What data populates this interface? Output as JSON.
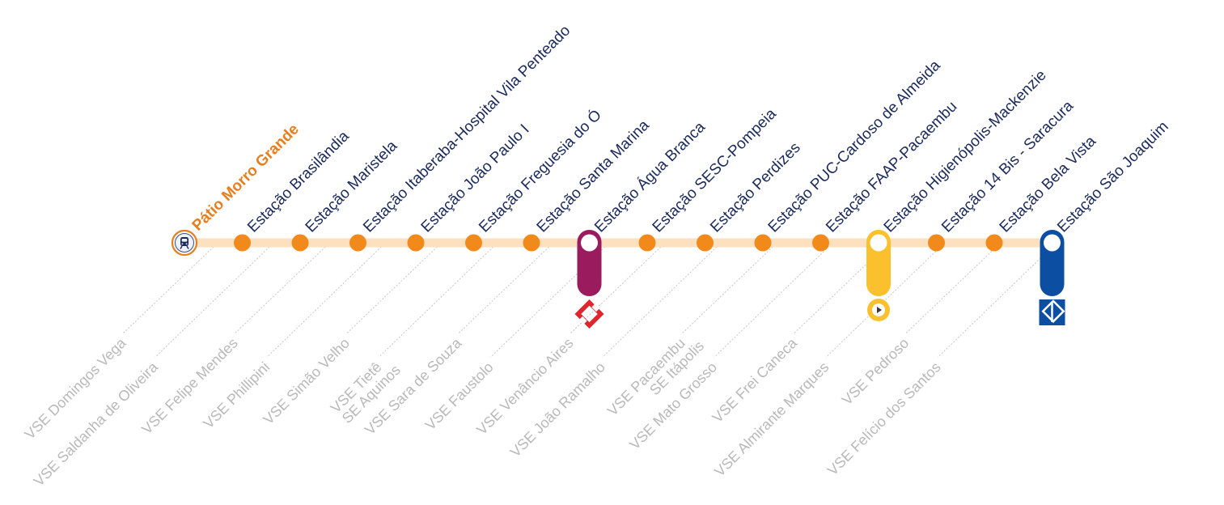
{
  "line": {
    "color": "#f28a1b",
    "track_color": "#fde0c0"
  },
  "depot": {
    "label": "Pátio Morro Grande",
    "icon": "train-depot-icon",
    "color": "#e87d1e"
  },
  "stations": [
    {
      "label": "Estação Brasilândia"
    },
    {
      "label": "Estação Maristela"
    },
    {
      "label": "Estação Itaberaba-Hospital Vila Penteado"
    },
    {
      "label": "Estação João Paulo I"
    },
    {
      "label": "Estação Freguesia do Ó"
    },
    {
      "label": "Estação Santa Marina"
    },
    {
      "label": "Estação Água Branca",
      "transfer": {
        "color": "#9b1b5f",
        "icon": "cptm-diamond-icon",
        "icon_color": "#e1252f"
      }
    },
    {
      "label": "Estação SESC-Pompeia"
    },
    {
      "label": "Estação Perdizes"
    },
    {
      "label": "Estação PUC-Cardoso de Almeida"
    },
    {
      "label": "Estação FAAP-Pacaembu"
    },
    {
      "label": "Estação Higienópolis-Mackenzie",
      "transfer": {
        "color": "#fbc02d",
        "icon": "viaquatro-line4-icon",
        "icon_color": "#fbc02d"
      }
    },
    {
      "label": "Estação 14 Bis - Saracura"
    },
    {
      "label": "Estação Bela Vista"
    },
    {
      "label": "Estação São Joaquim",
      "transfer": {
        "color": "#0b4ea2",
        "icon": "metro-sp-logo-icon",
        "icon_color": "#0b4ea2"
      }
    }
  ],
  "ventilation_shafts": [
    {
      "lines": [
        "VSE Domingos Vega"
      ]
    },
    {
      "lines": [
        "VSE Saldanha de Oliveira"
      ]
    },
    {
      "lines": [
        "VSE Felipe Mendes"
      ]
    },
    {
      "lines": [
        "VSE Phillipini"
      ]
    },
    {
      "lines": [
        "VSE Simão Velho"
      ]
    },
    {
      "lines": [
        "VSE Tietê",
        "SE Aquinos"
      ]
    },
    {
      "lines": [
        "VSE Sara de Souza"
      ]
    },
    {
      "lines": [
        "VSE Faustolo"
      ]
    },
    {
      "lines": [
        "VSE Venâncio Aires"
      ]
    },
    {
      "lines": [
        "VSE João Ramalho"
      ]
    },
    {
      "lines": [
        "VSE Pacaembu",
        "SE Itápolis"
      ]
    },
    {
      "lines": [
        "VSE Mato Grosso"
      ]
    },
    {
      "lines": [
        "VSE Frei Caneca"
      ]
    },
    {
      "lines": [
        "VSE Almirante Marques"
      ]
    },
    {
      "lines": [
        "VSE Pedroso"
      ]
    },
    {
      "lines": [
        "VSE Felício dos Santos"
      ]
    }
  ]
}
